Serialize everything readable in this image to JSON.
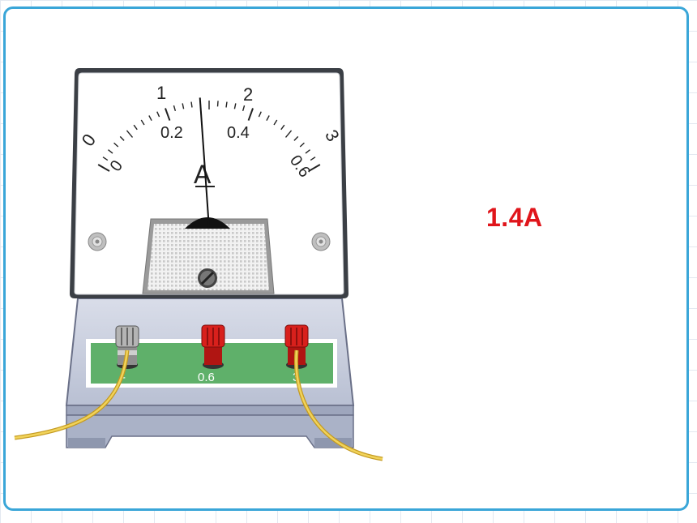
{
  "meter": {
    "unit_symbol": "A",
    "top_scale_labels": [
      "0",
      "1",
      "2",
      "3"
    ],
    "bottom_scale_labels": [
      "0",
      "0.2",
      "0.4",
      "0.6"
    ],
    "terminals": [
      "-",
      "0.6",
      "3"
    ],
    "needle_value_top_scale": 1.4
  },
  "reading": {
    "text": "1.4A"
  },
  "colors": {
    "frame": "#3aa6d8",
    "reading": "#e0151b",
    "panel": "#5fb06a",
    "terminal_red": "#d8201c",
    "wire": "#e2b938"
  }
}
